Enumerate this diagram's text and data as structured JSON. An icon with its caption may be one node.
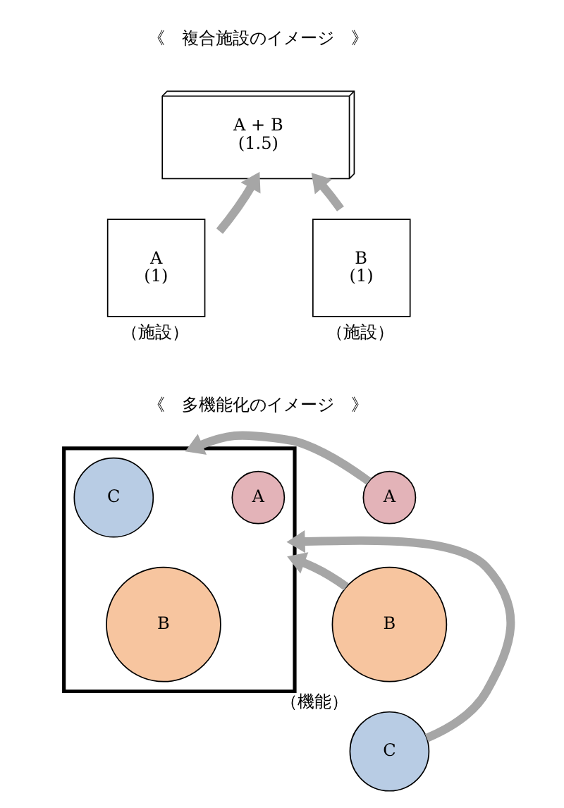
{
  "diagram": {
    "nodes": [
      {
        "text": [
          "A + B",
          "(1.5)"
        ]
      },
      {
        "text": [
          "A",
          "(1)"
        ],
        "beside": [
          "（施設）"
        ]
      },
      {
        "text": [
          "B",
          "(1)"
        ],
        "beside": [
          "（施設）"
        ]
      },
      {
        "text": [],
        "shape": "box"
      },
      {
        "text": [
          "A"
        ],
        "in": 3
      },
      {
        "text": [
          "C"
        ],
        "in": 3
      },
      {
        "text": [
          "B"
        ],
        "in": 3
      },
      {
        "text": [
          "A"
        ]
      },
      {
        "text": [
          "B"
        ]
      },
      {
        "text": [
          "C"
        ],
        "beside": [
          "（機能）"
        ]
      }
    ],
    "edges": [
      {
        "from": 1,
        "to": 0,
        "arrow": "to"
      },
      {
        "from": 2,
        "to": 0,
        "arrow": "to"
      },
      {
        "from": 7,
        "to": 3,
        "arrow": "to"
      },
      {
        "from": 8,
        "to": 3,
        "arrow": "to"
      },
      {
        "from": 9,
        "to": 3,
        "arrow": "to"
      }
    ],
    "labels": [
      "《　複合施設のイメージ　》",
      "《　多機能化のイメージ　》"
    ]
  }
}
